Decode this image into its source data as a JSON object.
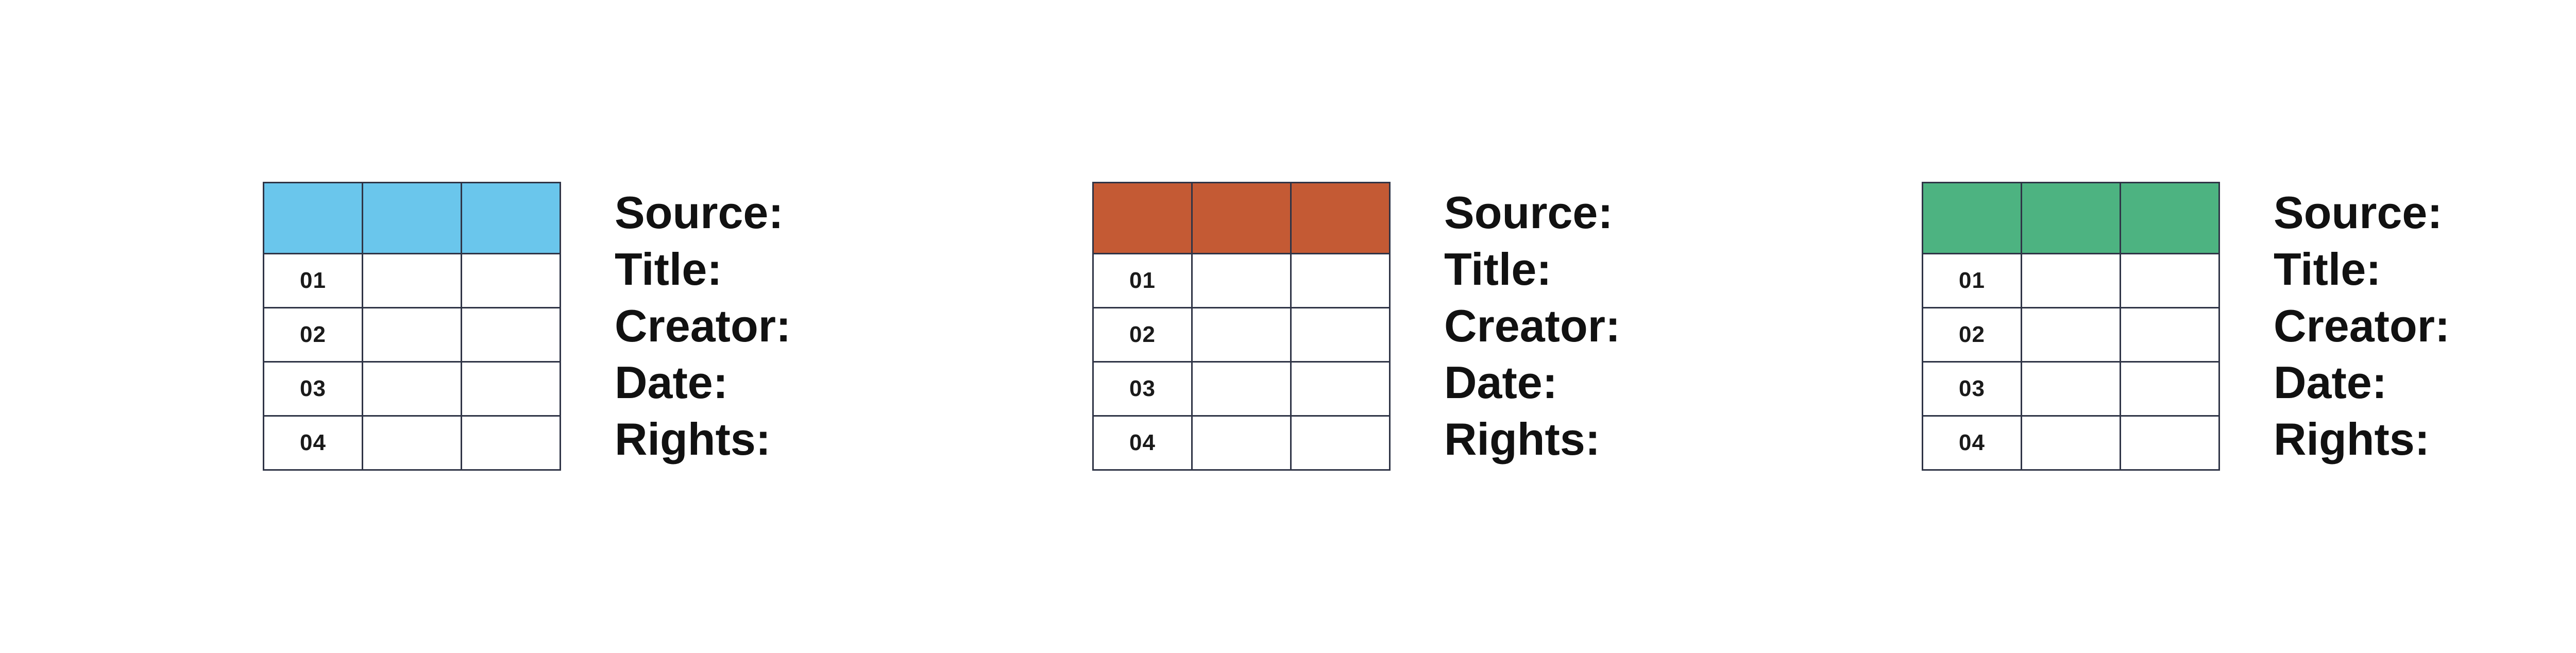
{
  "cards": [
    {
      "header_color": "#6ac6ec",
      "rows": [
        "01",
        "02",
        "03",
        "04"
      ],
      "labels": [
        "Source:",
        "Title:",
        "Creator:",
        "Date:",
        "Rights:"
      ]
    },
    {
      "header_color": "#c45a34",
      "rows": [
        "01",
        "02",
        "03",
        "04"
      ],
      "labels": [
        "Source:",
        "Title:",
        "Creator:",
        "Date:",
        "Rights:"
      ]
    },
    {
      "header_color": "#4db381",
      "rows": [
        "01",
        "02",
        "03",
        "04"
      ],
      "labels": [
        "Source:",
        "Title:",
        "Creator:",
        "Date:",
        "Rights:"
      ]
    }
  ]
}
